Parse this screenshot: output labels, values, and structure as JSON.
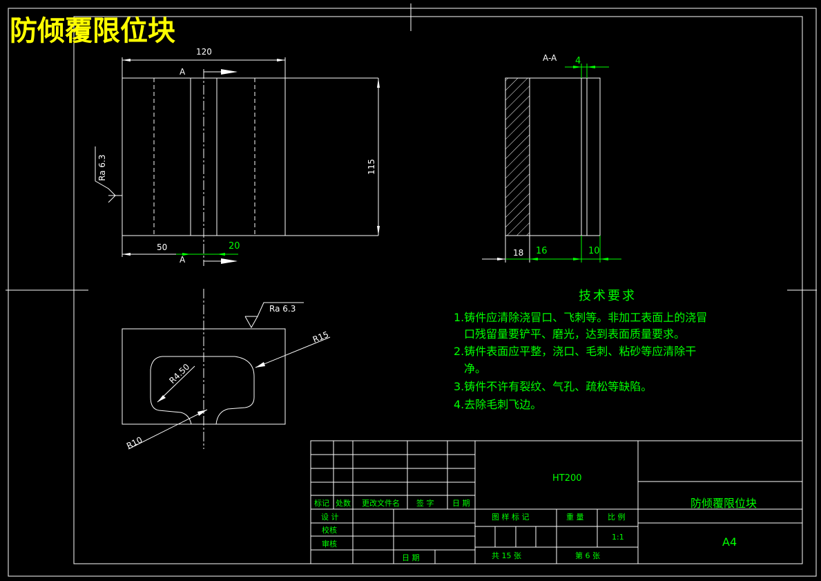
{
  "title": "防倾覆限位块",
  "front_view": {
    "section_mark": "A",
    "dim_width": "120",
    "dim_height": "115",
    "dim_left": "50",
    "dim_slot": "20",
    "roughness": "Ra 6.3"
  },
  "section_view": {
    "label": "A-A",
    "dim_top": "4",
    "dim_a": "18",
    "dim_b": "16",
    "dim_c": "10"
  },
  "bottom_view": {
    "roughness": "Ra 6.3",
    "r15": "R15",
    "r450": "R4.50",
    "r10": "R10"
  },
  "notes": {
    "heading": "技术要求",
    "lines": [
      "1.铸件应清除浇冒口、飞刺等。非加工表面上的浇冒",
      "口残留量要铲平、磨光，达到表面质量要求。",
      "2.铸件表面应平整，浇口、毛刺、粘砂等应清除干",
      "净。",
      "3.铸件不许有裂纹、气孔、疏松等缺陷。",
      "4.去除毛刺飞边。"
    ]
  },
  "title_block": {
    "material": "HT200",
    "part_name": "防倾覆限位块",
    "sheet_size": "A4",
    "rev_headers": [
      "标记",
      "处数",
      "更改文件名",
      "签 字",
      "日 期"
    ],
    "design": "设 计",
    "check": "校核",
    "review": "审核",
    "date": "日 期",
    "stage_label": "图 样 标 记",
    "weight_label": "重 量",
    "scale_label": "比 例",
    "scale": "1:1",
    "total_sheets": "共 15 张",
    "sheet_no": "第 6 张"
  }
}
